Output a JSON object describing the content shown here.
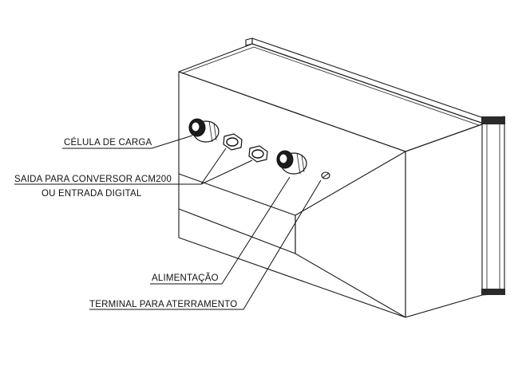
{
  "labels": {
    "load_cell": "CÉLULA DE CARGA",
    "output_line1": "SAIDA PARA CONVERSOR ACM200",
    "output_line2": "OU ENTRADA DIGITAL",
    "power": "ALIMENTAÇÃO",
    "ground": "TERMINAL PARA ATERRAMENTO"
  }
}
